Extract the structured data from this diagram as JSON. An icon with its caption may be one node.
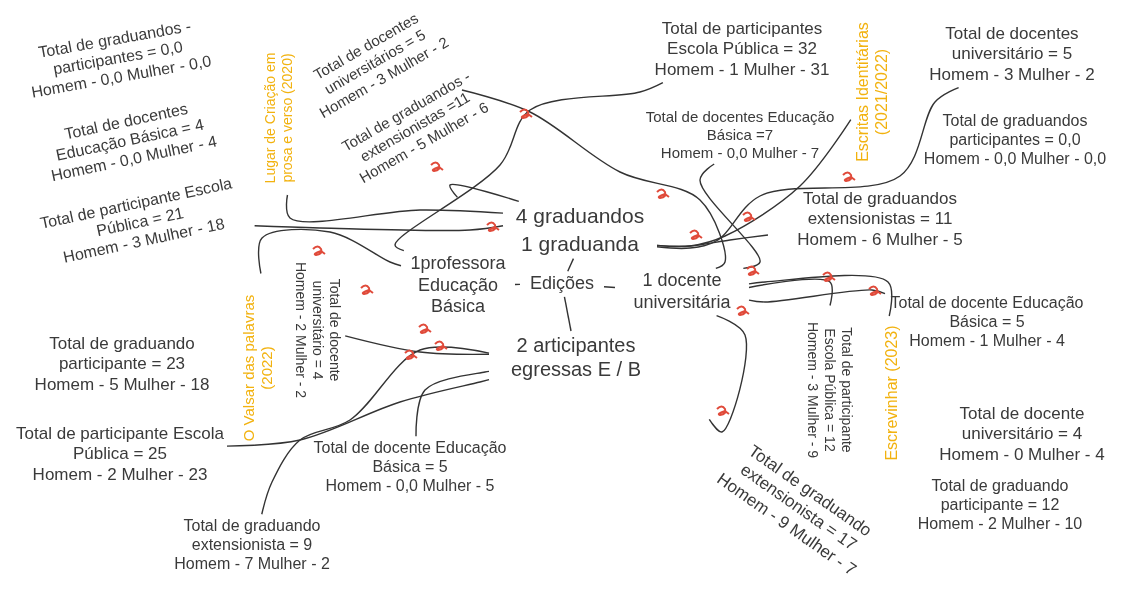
{
  "diagram": {
    "nodes": [
      {
        "text": [
          "4 graduandos"
        ]
      },
      {
        "text": [
          "1 graduanda"
        ]
      },
      {
        "text": [
          "1professora Educação Básica"
        ]
      },
      {
        "text": [
          "Edições"
        ]
      },
      {
        "text": [
          "1 docente universitária"
        ]
      },
      {
        "text": [
          "2 articipantes egressas E / B"
        ]
      },
      {
        "text": [
          "Lugar de Criação em prosa e verso (2020)"
        ]
      },
      {
        "text": [
          "Total de graduandos - participantes = 0,0",
          "Homem - 0,0 Mulher - 0,0"
        ]
      },
      {
        "text": [
          "Total de docentes Educação Básica = 4",
          "Homem - 0,0 Mulher - 4"
        ]
      },
      {
        "text": [
          "Total de participante Escola Pública = 21",
          "Homem - 3 Mulher - 18"
        ]
      },
      {
        "text": [
          "Total de docentes universitários = 5",
          "Homem - 3 Mulher - 2"
        ]
      },
      {
        "text": [
          "Total de graduandos - extensionistas =11",
          "Homem - 5 Mulher - 6"
        ]
      },
      {
        "text": [
          "Escritas Identitárias (2021/2022)"
        ]
      },
      {
        "text": [
          "Total de participantes Escola Pública = 32",
          "Homem - 1 Mulher - 31"
        ]
      },
      {
        "text": [
          "Total de docentes Educação Básica =7",
          "Homem - 0,0 Mulher - 7"
        ]
      },
      {
        "text": [
          "Total de docentes universitário = 5",
          "Homem - 3 Mulher - 2"
        ]
      },
      {
        "text": [
          "Total de graduandos participantes = 0,0",
          "Homem - 0,0 Mulher - 0,0"
        ]
      },
      {
        "text": [
          "Total de graduandos extensionistas = 11",
          "Homem - 6 Mulher - 5"
        ]
      },
      {
        "text": [
          "O Valsar das palavras (2022)"
        ]
      },
      {
        "text": [
          "Total de docente universitário = 4",
          "Homem - 2 Mulher - 2"
        ]
      },
      {
        "text": [
          "Total de graduando participante = 23",
          "Homem - 5 Mulher - 18"
        ]
      },
      {
        "text": [
          "Total de participante Escola Pública = 25",
          "Homem - 2 Mulher - 23"
        ]
      },
      {
        "text": [
          "Total de docente Educação Básica = 5",
          "Homem - 0,0 Mulher - 5"
        ]
      },
      {
        "text": [
          "Total de graduando extensionista = 9",
          "Homem - 7 Mulher - 2"
        ]
      },
      {
        "text": [
          "Escrevinhar (2023)"
        ]
      },
      {
        "text": [
          "Total de participante Escola Pública = 12",
          "Homem - 3 Mulher - 9"
        ]
      },
      {
        "text": [
          "Total de graduando extensionista = 17",
          "Homem - 9 Mulher - 7"
        ]
      },
      {
        "text": [
          "Total de docente Educação Básica = 5",
          "Homem - 1 Mulher - 4"
        ]
      },
      {
        "text": [
          "Total de docente universitário = 4",
          "Homem - 0 Mulher - 4"
        ]
      },
      {
        "text": [
          "Total de graduando participante = 12",
          "Homem - 2 Mulher - 10"
        ]
      }
    ],
    "edges": [
      {
        "from": 3,
        "to": 2,
        "arrow": "none"
      },
      {
        "from": 3,
        "to": 1,
        "arrow": "none"
      },
      {
        "from": 3,
        "to": 4,
        "arrow": "none"
      },
      {
        "from": 3,
        "to": 5,
        "arrow": "none"
      },
      {
        "from": 9,
        "to": 0,
        "arrow": "none"
      },
      {
        "from": 6,
        "to": 0,
        "arrow": "none"
      },
      {
        "from": 11,
        "to": 0,
        "arrow": "none"
      },
      {
        "from": 10,
        "to": 4,
        "arrow": "none"
      },
      {
        "from": 13,
        "to": 2,
        "arrow": "none"
      },
      {
        "from": 14,
        "to": 4,
        "arrow": "none"
      },
      {
        "from": 17,
        "to": 1,
        "arrow": "none"
      },
      {
        "from": 12,
        "to": 1,
        "arrow": "none"
      },
      {
        "from": 15,
        "to": 1,
        "arrow": "none"
      },
      {
        "from": 21,
        "to": 5,
        "arrow": "none"
      },
      {
        "from": 22,
        "to": 5,
        "arrow": "none"
      },
      {
        "from": 23,
        "to": 5,
        "arrow": "none"
      },
      {
        "from": 19,
        "to": 5,
        "arrow": "none"
      },
      {
        "from": 18,
        "to": 2,
        "arrow": "none"
      },
      {
        "from": 27,
        "to": 4,
        "arrow": "none"
      },
      {
        "from": 24,
        "to": 4,
        "arrow": "none"
      },
      {
        "from": 25,
        "to": 4,
        "arrow": "none"
      },
      {
        "from": 26,
        "to": 4,
        "arrow": "none"
      }
    ]
  }
}
